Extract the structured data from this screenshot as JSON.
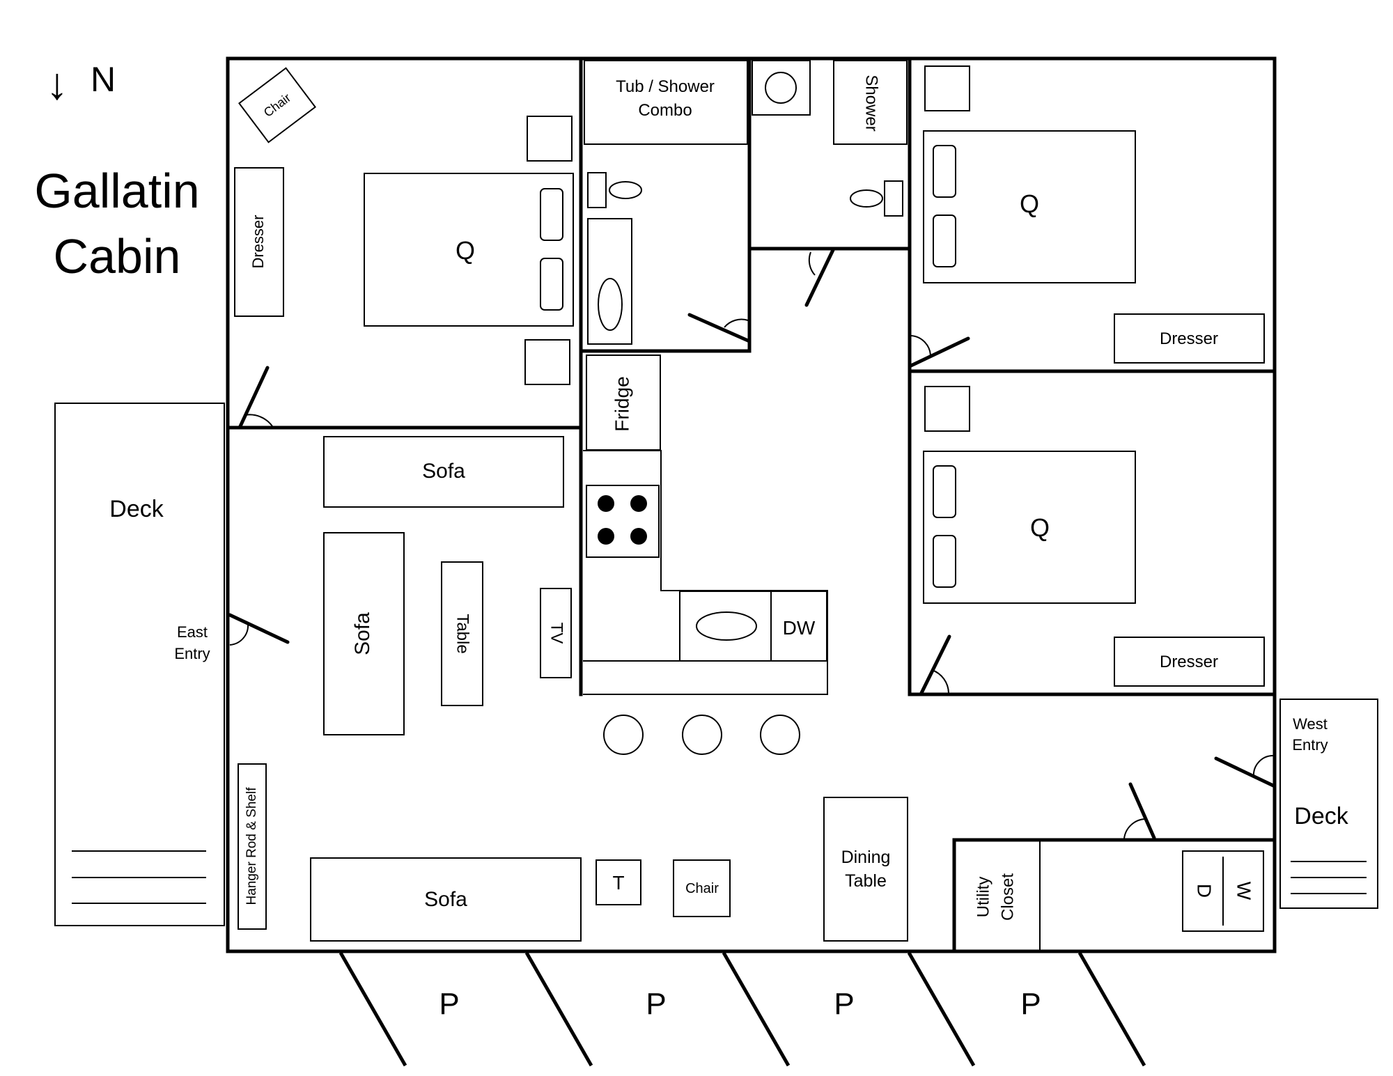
{
  "title": {
    "line1": "Gallatin",
    "line2": "Cabin"
  },
  "compass": {
    "arrow": "↓",
    "label": "N"
  },
  "labels": {
    "tub_shower": [
      "Tub / Shower",
      "Combo"
    ],
    "shower": "Shower",
    "chair_master": "Chair",
    "dresser_master": "Dresser",
    "bed_master": "Q",
    "bed_ne": "Q",
    "dresser_ne": "Dresser",
    "bed_se": "Q",
    "dresser_se": "Dresser",
    "fridge": "Fridge",
    "dishwasher": "DW",
    "sofa_top": "Sofa",
    "sofa_middle": "Sofa",
    "coffee_table": "Table",
    "tv": "TV",
    "sofa_bottom": "Sofa",
    "side_table": "T",
    "chair_living": "Chair",
    "dining_table": [
      "Dining",
      "Table"
    ],
    "utility_closet": [
      "Utility",
      "Closet"
    ],
    "washer": "W",
    "dryer": "D",
    "hanger": "Hanger Rod & Shelf",
    "deck_east": "Deck",
    "east_entry": [
      "East",
      "Entry"
    ],
    "deck_west": "Deck",
    "west_entry": [
      "West",
      "Entry"
    ]
  },
  "parking": [
    "P",
    "P",
    "P",
    "P"
  ]
}
